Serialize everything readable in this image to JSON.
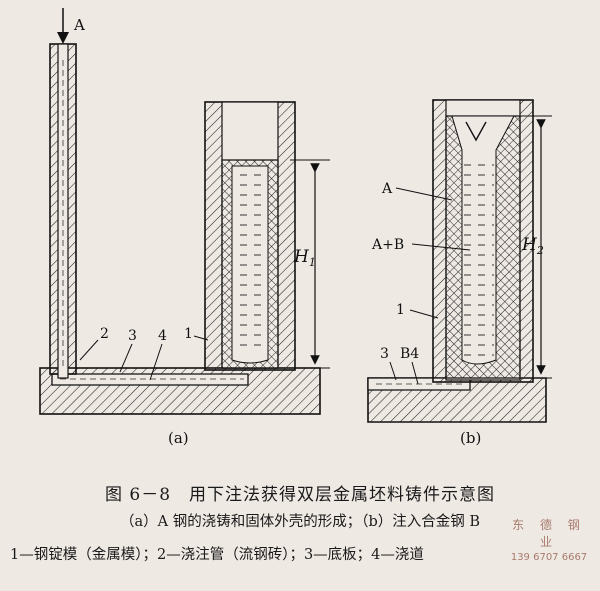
{
  "labels": {
    "arrow_a": "A",
    "n1_a": "1",
    "n2_a": "2",
    "n3_a": "3",
    "n4_a": "4",
    "h1": "H",
    "h1_sub": "1",
    "a_b": "A",
    "ab_b": "A+B",
    "n1_b": "1",
    "n3_b": "3",
    "b4_b": "B4",
    "h2": "H",
    "h2_sub": "2",
    "panel_a": "(a)",
    "panel_b": "(b)"
  },
  "caption": {
    "number": "图 6－8",
    "title": "用下注法获得双层金属坯料铸件示意图",
    "line2": "（a）A 钢的浇铸和固体外壳的形成；（b）注入合金钢 B",
    "line3": "1—钢锭模（金属模）；2—浇注管（流钢砖）；3—底板；4—浇道"
  },
  "watermark": {
    "name": "东 德 钢 业",
    "phone": "139 6707 6667"
  },
  "colors": {
    "ink": "#1a1a1a",
    "paper": "#efe9e4",
    "watermark": "#a87a6c"
  }
}
